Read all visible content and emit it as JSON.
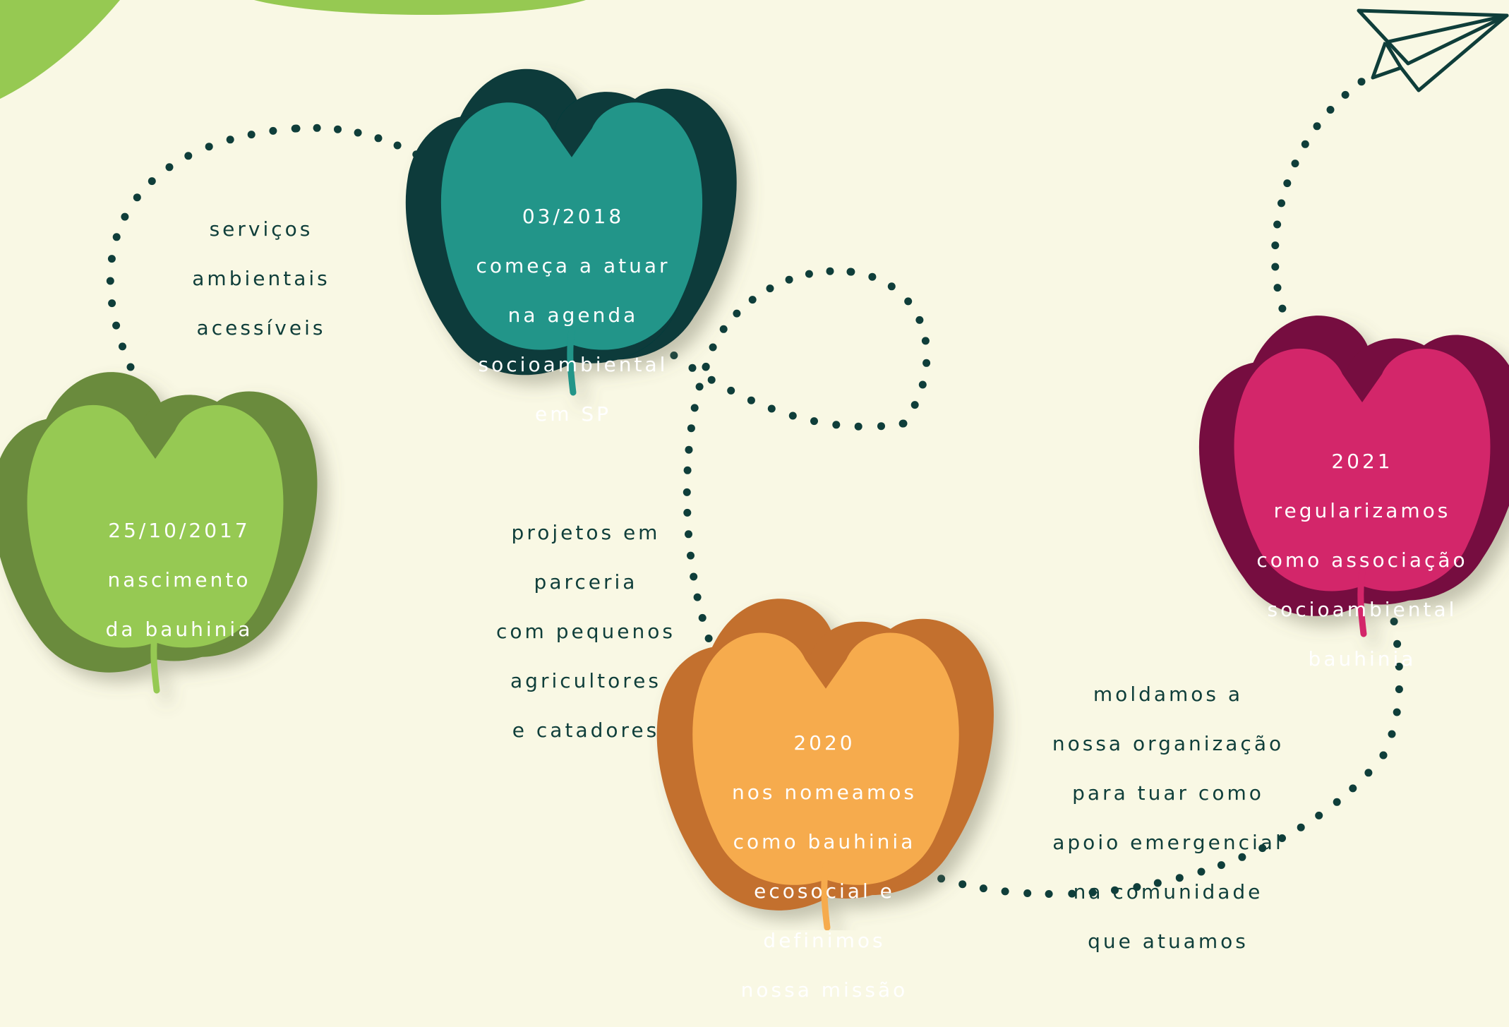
{
  "colors": {
    "background": "#f9f8e4",
    "dots": "#0f3e3a",
    "green_light": "#96c952",
    "green_dark": "#6b8b3c",
    "teal": "#209589",
    "teal_dark": "#073b3b",
    "orange": "#f6ab4d",
    "orange_dark": "#c36f2f",
    "magenta": "#d3256a",
    "magenta_dark": "#760c3f",
    "plane": "#0f3e3a"
  },
  "milestones": [
    {
      "id": "2017",
      "lines": [
        "25/10/2017",
        "nascimento",
        "da bauhinia"
      ]
    },
    {
      "id": "2018",
      "lines": [
        "03/2018",
        "começa a atuar",
        "na agenda",
        "socioambiental",
        "em SP"
      ]
    },
    {
      "id": "2020",
      "lines": [
        "2020",
        "nos nomeamos",
        "como bauhinia",
        "ecosocial e",
        "definimos",
        "nossa missão"
      ]
    },
    {
      "id": "2021",
      "lines": [
        "2021",
        "regularizamos",
        "como associação",
        "socioambiental",
        "bauhinia"
      ]
    }
  ],
  "path_labels": [
    {
      "id": "servicos",
      "lines": [
        "serviços",
        "ambientais",
        "acessíveis"
      ]
    },
    {
      "id": "projetos",
      "lines": [
        "projetos em",
        "parceria",
        "com pequenos",
        "agricultores",
        "e catadores"
      ]
    },
    {
      "id": "moldamos",
      "lines": [
        "moldamos a",
        "nossa organização",
        "para tuar como",
        "apoio emergencial",
        "na comunidade",
        "que atuamos"
      ]
    }
  ],
  "icons": {
    "end": "paper-plane-icon",
    "milestone": "bauhinia-leaf-icon"
  }
}
